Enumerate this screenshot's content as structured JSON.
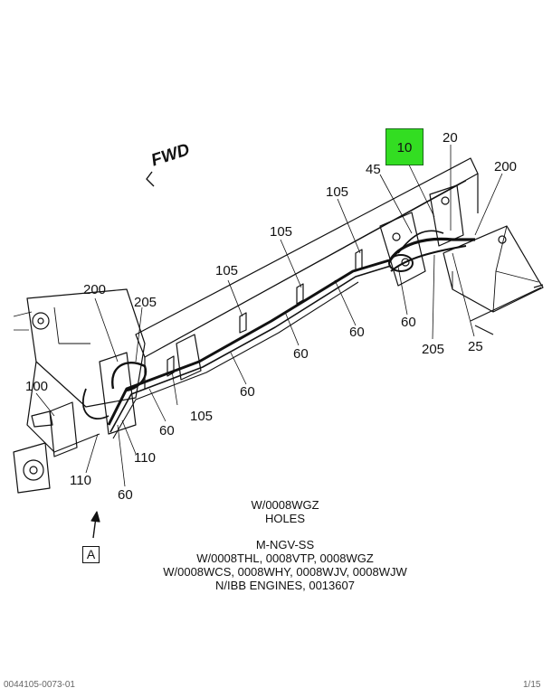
{
  "diagram": {
    "fwd_label": "FWD",
    "highlight_color": "#33dd22",
    "highlighted_callout": "10",
    "callouts": {
      "c10": "10",
      "c20": "20",
      "c200_right": "200",
      "c45": "45",
      "c105_a": "105",
      "c105_b": "105",
      "c105_c": "105",
      "c105_d": "105",
      "c60_right": "60",
      "c60_mid_right": "60",
      "c60_mid": "60",
      "c60_center": "60",
      "c60_left": "60",
      "c60_bottom": "60",
      "c205_right": "205",
      "c205_left": "205",
      "c25": "25",
      "c200_left": "200",
      "c100": "100",
      "c110_a": "110",
      "c110_b": "110"
    },
    "notes": {
      "line1": "W/0008WGZ",
      "line2": "HOLES",
      "line3": "M-NGV-SS",
      "line4": "W/0008THL, 0008VTP, 0008WGZ",
      "line5": "W/0008WCS, 0008WHY, 0008WJV, 0008WJW",
      "line6": "N/IBB ENGINES, 0013607"
    },
    "view_label": "A",
    "footer_left": "0044105-0073-01",
    "footer_right": "1/15"
  }
}
